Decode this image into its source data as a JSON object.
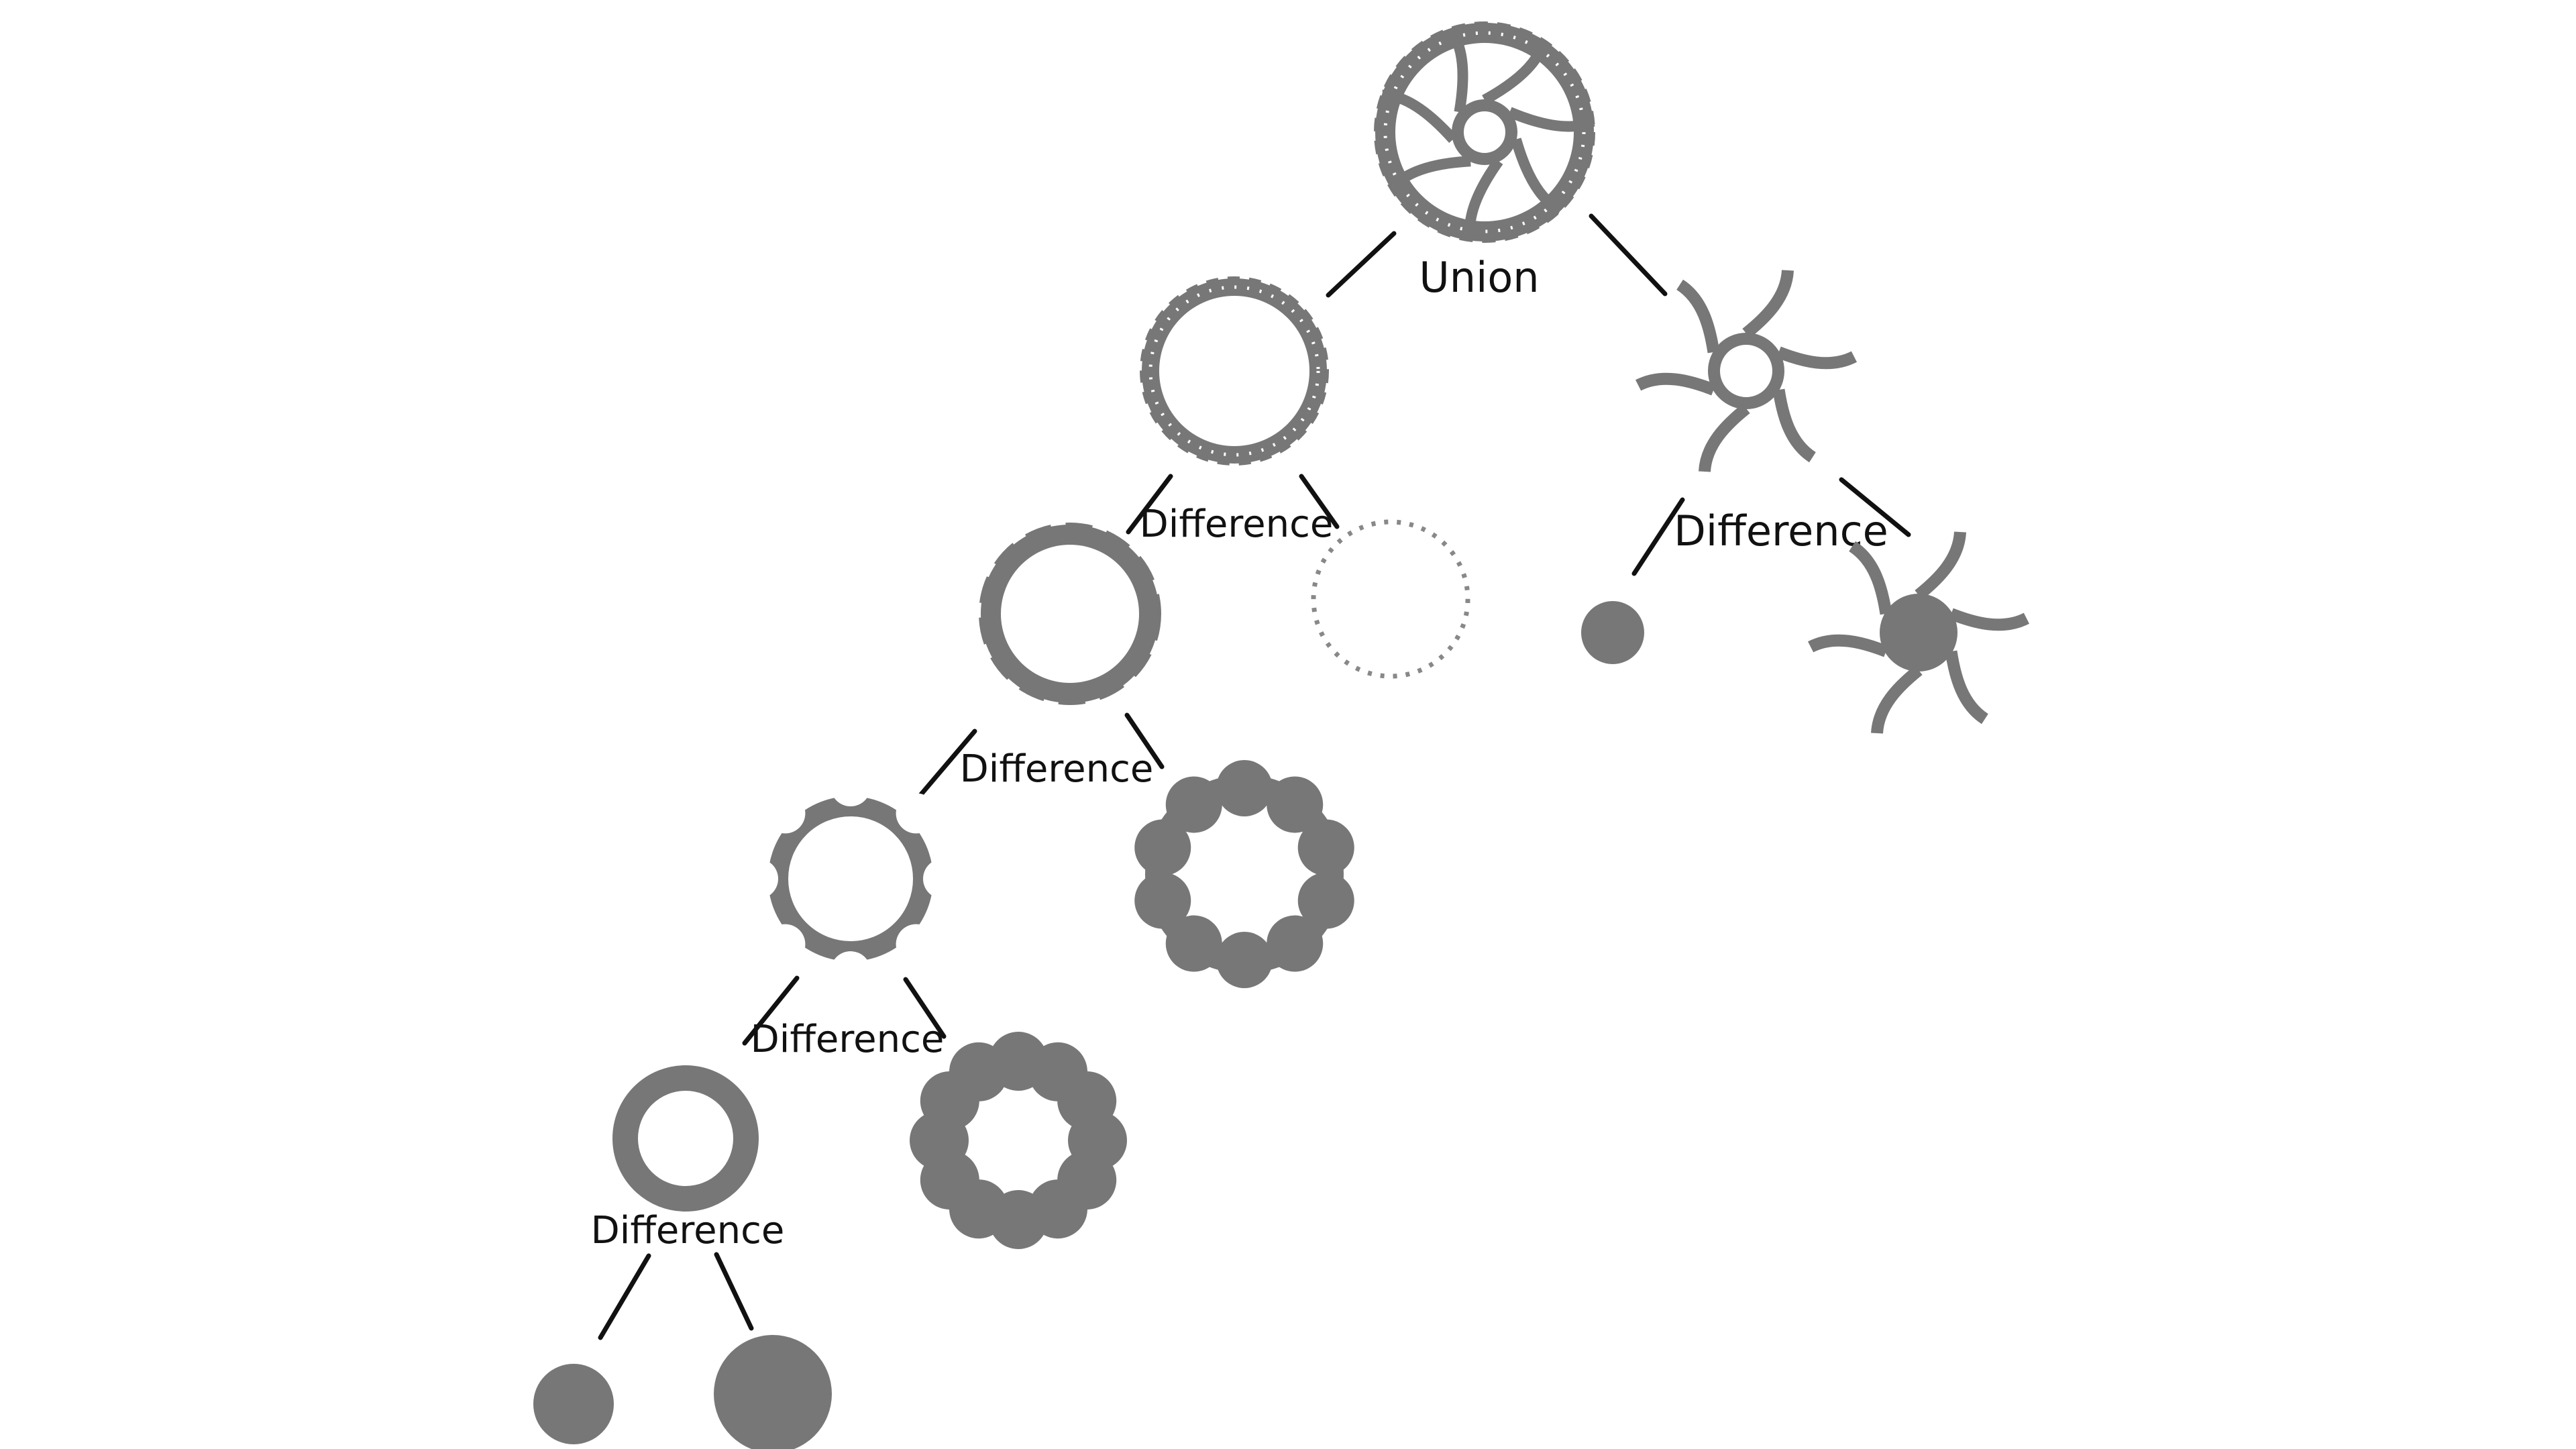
{
  "diagram": {
    "shape_color": "#777777",
    "edge_color": "#111111",
    "background": "#ffffff",
    "operations": {
      "union": "Union",
      "difference_1": "Difference",
      "difference_2": "Difference",
      "difference_3": "Difference",
      "difference_4": "Difference",
      "difference_5": "Difference"
    }
  }
}
